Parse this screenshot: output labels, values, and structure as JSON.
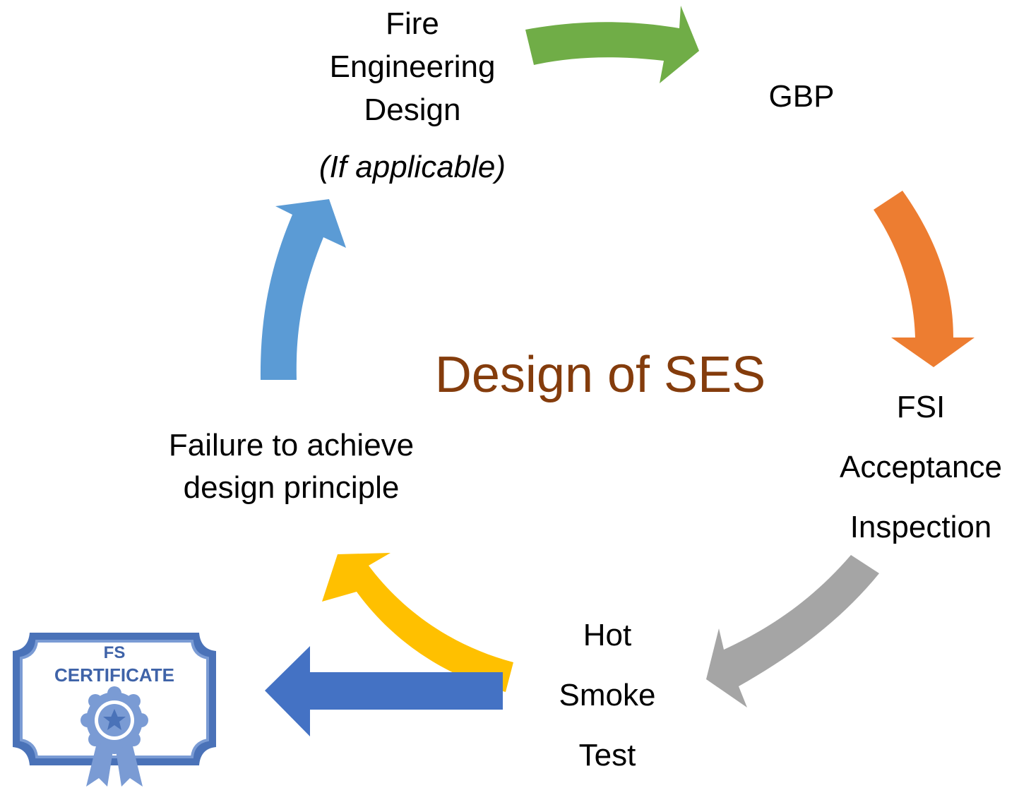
{
  "title": "Design of SES",
  "nodes": {
    "fire_engineering": {
      "lines": [
        "Fire",
        "Engineering",
        "Design"
      ],
      "note": "(If applicable)"
    },
    "gbp": "GBP",
    "fsi": {
      "lines": [
        "FSI",
        "Acceptance",
        "Inspection"
      ]
    },
    "hot_smoke": {
      "lines": [
        "Hot",
        "Smoke",
        "Test"
      ]
    },
    "failure": {
      "lines": [
        "Failure to achieve",
        "design principle"
      ]
    }
  },
  "certificate": {
    "line1": "FS",
    "line2": "CERTIFICATE"
  },
  "colors": {
    "title": "#843c0c",
    "arrow_green": "#70ad47",
    "arrow_orange": "#ed7d31",
    "arrow_gray": "#a5a5a5",
    "arrow_yellow": "#ffc000",
    "arrow_blue": "#4472c4",
    "arrow_lightblue": "#5b9bd5",
    "certificate_frame": "#4a72b8",
    "certificate_text": "#3f63a8"
  }
}
